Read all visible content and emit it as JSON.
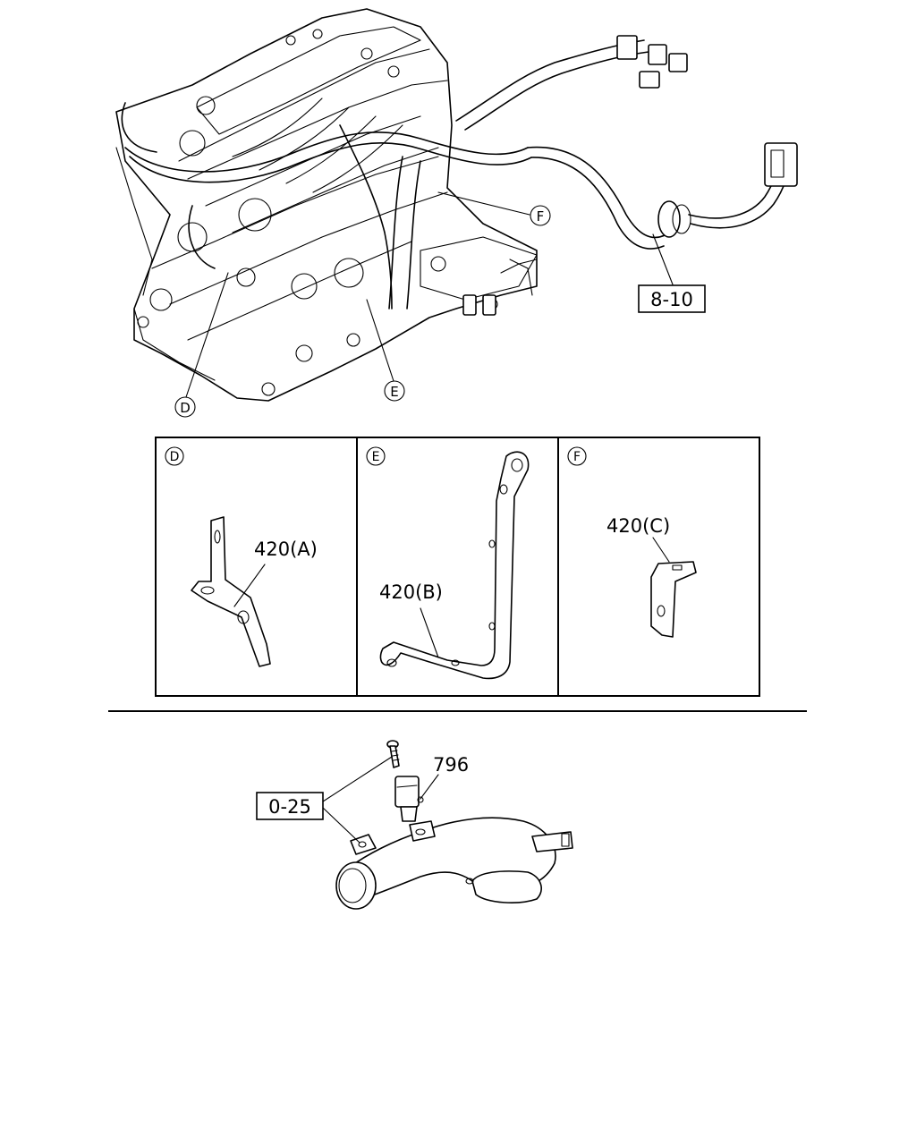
{
  "engine_view": {
    "callouts": {
      "d": "D",
      "e": "E",
      "f": "F"
    },
    "harness_ref": "8-10"
  },
  "detail_panels": {
    "d": {
      "letter": "D",
      "part_label": "420(A)"
    },
    "e": {
      "letter": "E",
      "part_label": "420(B)"
    },
    "f": {
      "letter": "F",
      "part_label": "420(C)"
    }
  },
  "water_outlet_view": {
    "sensor_label": "796",
    "bolt_ref": "0-25"
  }
}
